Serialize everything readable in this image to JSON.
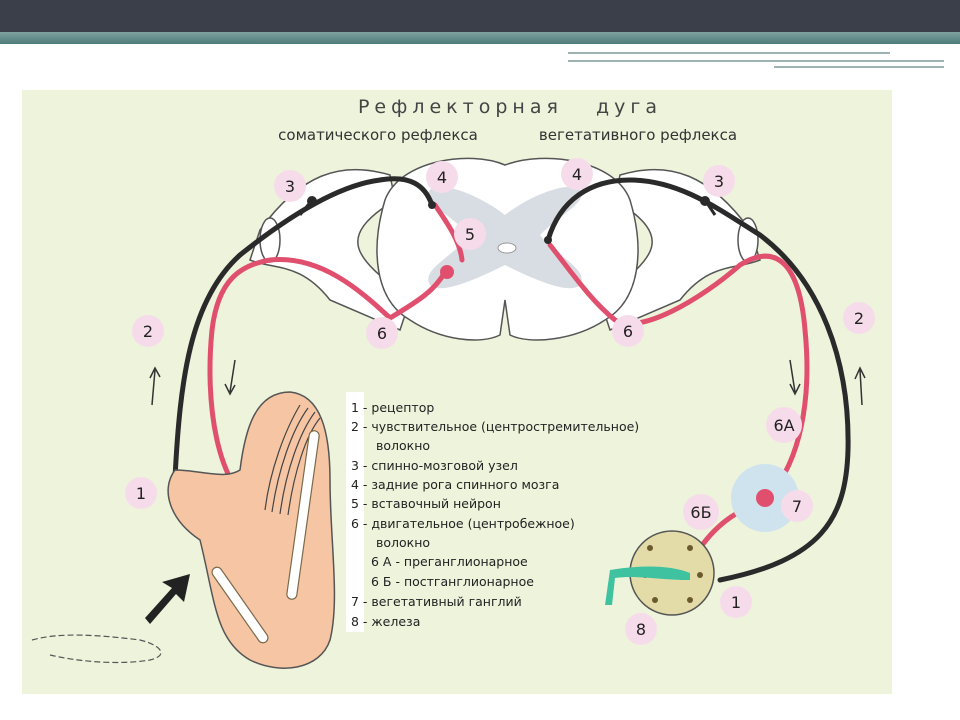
{
  "title": "Рефлекторная   дуга",
  "subtitle_left": "соматического рефлекса",
  "subtitle_right": "вегетативного рефлекса",
  "markers": {
    "m1_left": "1",
    "m2_left": "2",
    "m3_left": "3",
    "m4_left": "4",
    "m5": "5",
    "m6_left": "6",
    "m4_right": "4",
    "m3_right": "3",
    "m6_right": "6",
    "m2_right": "2",
    "m6a": "6А",
    "m6b": "6Б",
    "m7": "7",
    "m1_right": "1",
    "m8": "8"
  },
  "legend": [
    "1 - рецептор",
    "2 - чувствительное  (центростремительное)",
    "волокно",
    "3 - спинно-мозговой узел",
    "4 - задние рога спинного мозга",
    "5 - вставочный нейрон",
    "6 - двигательное (центробежное)",
    "волокно",
    "6 А - преганглионарное",
    "6 Б - постганглионарное",
    "7 - вегетативный ганглий",
    "8 - железа"
  ],
  "colors": {
    "sensory_fiber": "#2a2a2a",
    "motor_fiber": "#e0506e",
    "marker_fill": "#f6dcea",
    "panel_bg": "#eef3dc",
    "skin": "#f6c6a4",
    "gland": "#e4dca8",
    "gland_cell": "#3fc2a0"
  }
}
